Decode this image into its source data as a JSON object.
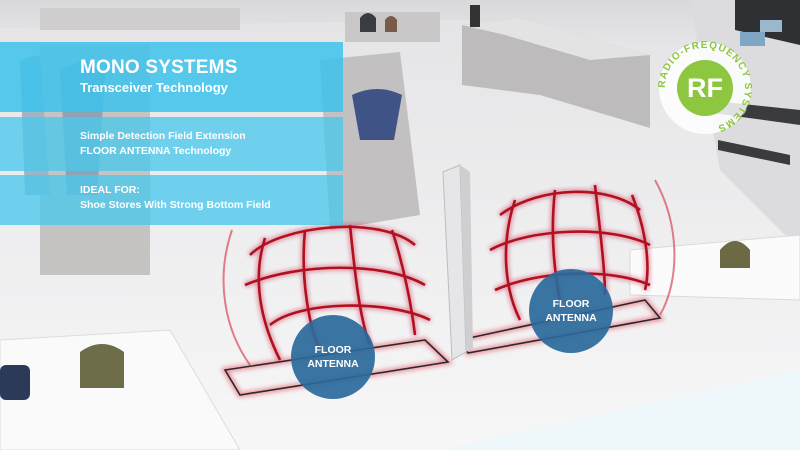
{
  "info_panel": {
    "title": "MONO SYSTEMS",
    "subtitle": "Transceiver  Technology",
    "feature_line_1": "Simple Detection Field Extension",
    "feature_line_2": "FLOOR ANTENNA Technology",
    "ideal_heading": "IDEAL FOR:",
    "ideal_text": "Shoe Stores With Strong Bottom Field"
  },
  "antenna_labels": [
    {
      "line1": "FLOOR",
      "line2": "ANTENNA"
    },
    {
      "line1": "FLOOR",
      "line2": "ANTENNA"
    }
  ],
  "rf_logo": {
    "core_text": "RF",
    "ring_text": "RADIO-FREQUENCY SYSTEMS"
  },
  "colors": {
    "panel": "#4ac8ec",
    "badge": "#2a699b",
    "field_red": "#c8102e",
    "logo_green": "#8dc63f"
  }
}
